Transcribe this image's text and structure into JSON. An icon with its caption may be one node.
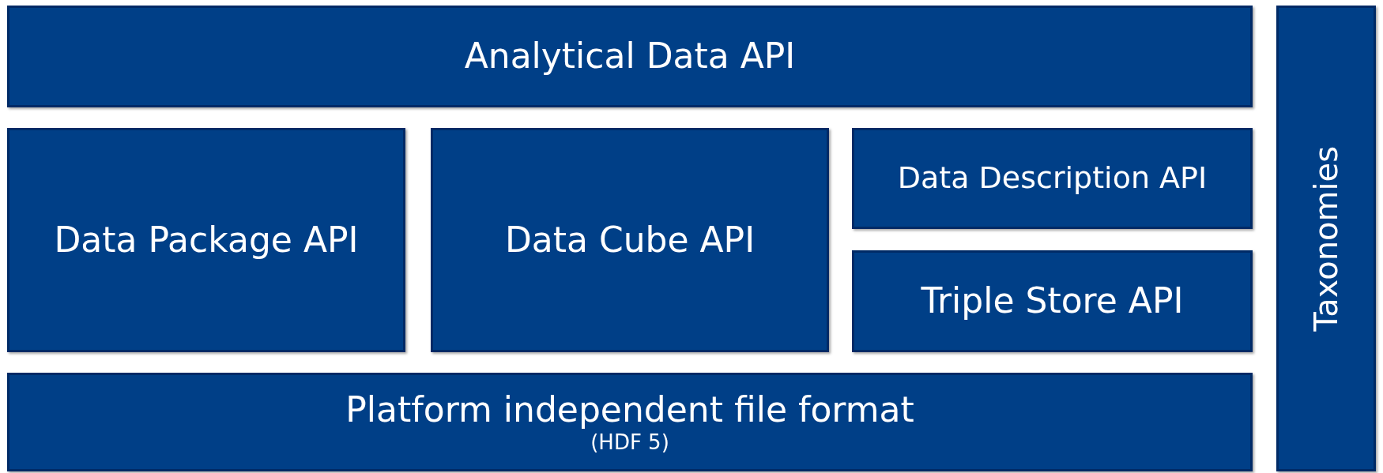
{
  "diagram": {
    "nodes": [
      {
        "text": [
          "Analytical Data API"
        ]
      },
      {
        "text": [
          "Data Package API"
        ]
      },
      {
        "text": [
          "Data Cube API"
        ]
      },
      {
        "text": [
          "Data Description API"
        ]
      },
      {
        "text": [
          "Triple Store API"
        ]
      },
      {
        "text": [
          "Platform independent file format",
          "(HDF 5)"
        ]
      },
      {
        "text": [
          "Taxonomies"
        ]
      }
    ]
  }
}
